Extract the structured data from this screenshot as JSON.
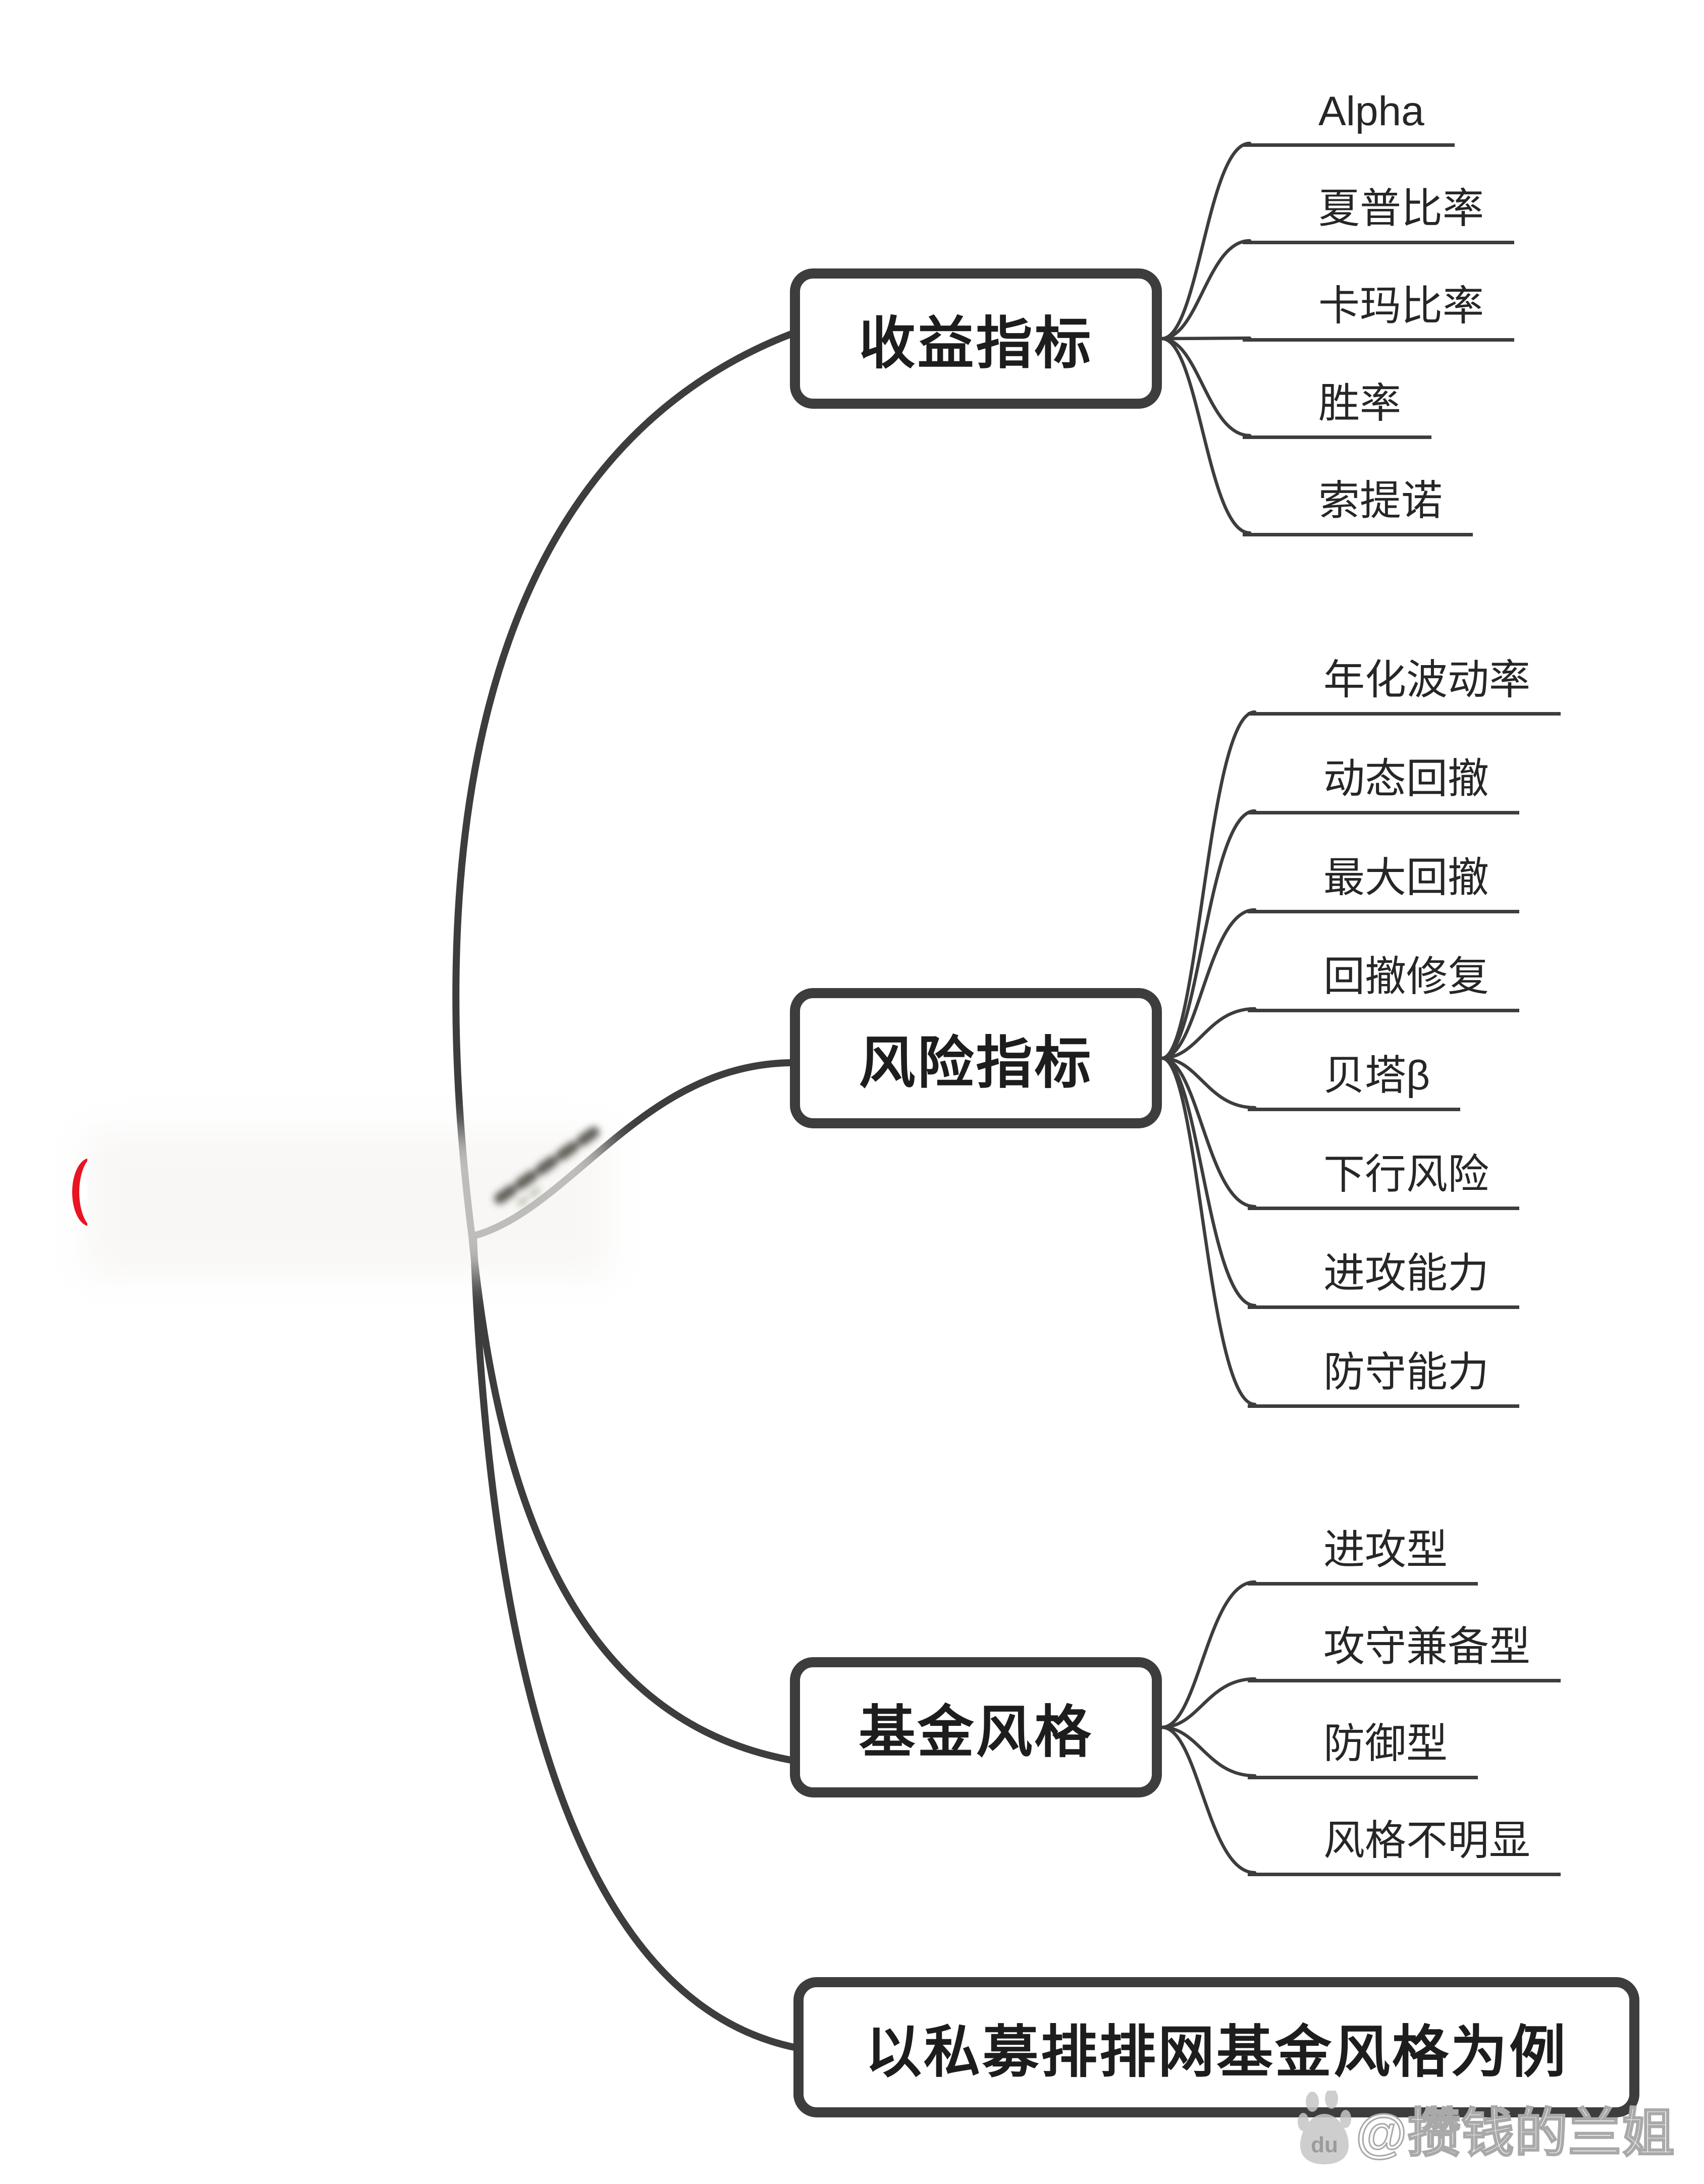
{
  "mindmap": {
    "branches": [
      {
        "label": "收益指标",
        "children": [
          "Alpha",
          "夏普比率",
          "卡玛比率",
          "胜率",
          "索提诺"
        ]
      },
      {
        "label": "风险指标",
        "children": [
          "年化波动率",
          "动态回撤",
          "最大回撤",
          "回撤修复",
          "贝塔β",
          "下行风险",
          "进攻能力",
          "防守能力"
        ]
      },
      {
        "label": "基金风格",
        "children": [
          "进攻型",
          "攻守兼备型",
          "防御型",
          "风格不明显"
        ]
      },
      {
        "label": "以私募排排网基金风格为例",
        "children": []
      }
    ]
  },
  "watermark": {
    "icon": "baidu-paw-icon",
    "icon_text": "du",
    "text": "@攒钱的兰姐"
  },
  "colors": {
    "line": "#3d3d3d",
    "title_text": "#1d1d1d",
    "child_text": "#262626",
    "background": "#ffffff",
    "accent_red": "#ea1322",
    "watermark_gray": "#a9a9a9"
  }
}
